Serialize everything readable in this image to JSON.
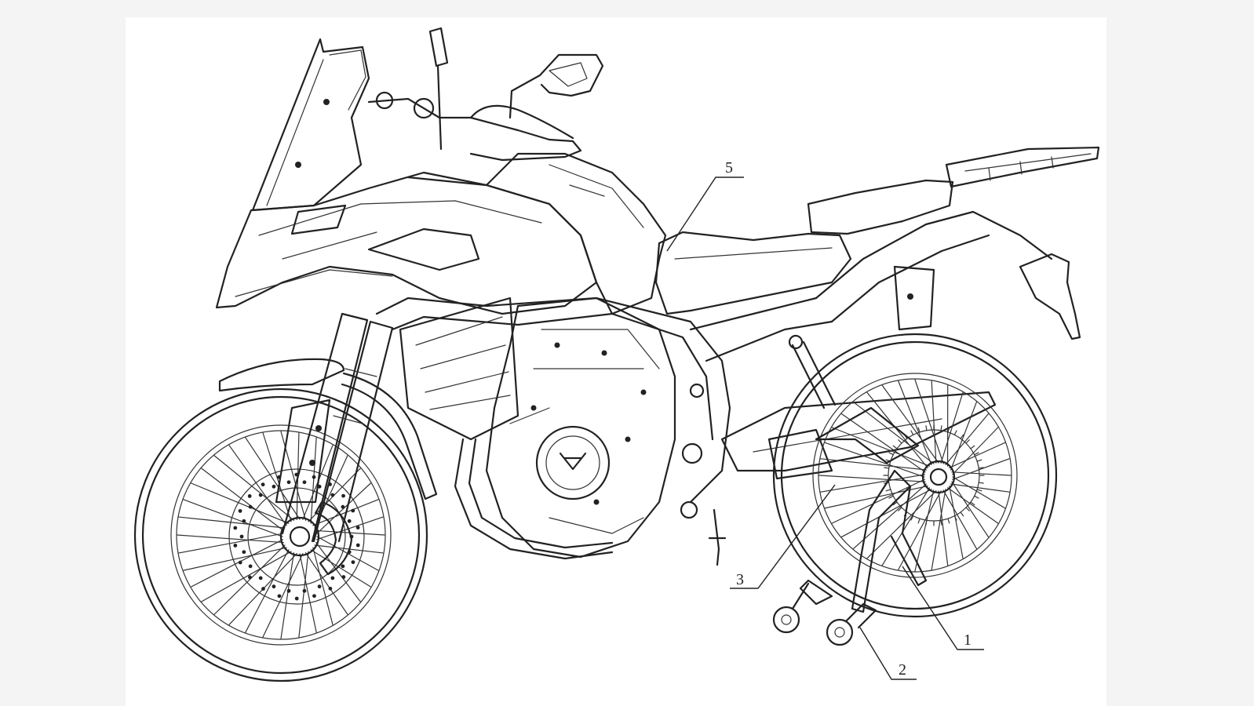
{
  "callouts": [
    {
      "id": "1",
      "label": "1"
    },
    {
      "id": "2",
      "label": "2"
    },
    {
      "id": "3",
      "label": "3"
    },
    {
      "id": "5",
      "label": "5"
    }
  ],
  "colors": {
    "background": "#f4f4f4",
    "sheet": "#ffffff",
    "ink": "#222222"
  }
}
